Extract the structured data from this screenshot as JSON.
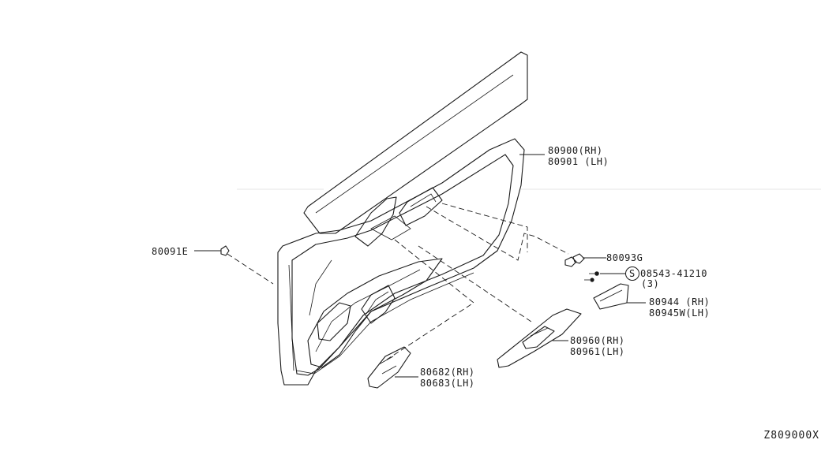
{
  "diagram_code": "Z809000X",
  "parts": [
    {
      "id": "door-trim",
      "label_lines": [
        "80900(RH)",
        "80901 (LH)"
      ]
    },
    {
      "id": "clip-80091e",
      "label_lines": [
        "80091E"
      ]
    },
    {
      "id": "clip-80093g",
      "label_lines": [
        "80093G"
      ]
    },
    {
      "id": "screw",
      "symbol": "S",
      "label_lines": [
        "08543-41210",
        "(3)"
      ]
    },
    {
      "id": "cover-80944",
      "label_lines": [
        "80944 (RH)",
        "80945W(LH)"
      ]
    },
    {
      "id": "finisher-80960",
      "label_lines": [
        "80960(RH)",
        "80961(LH)"
      ]
    },
    {
      "id": "handle-80682",
      "label_lines": [
        "80682(RH)",
        "80683(LH)"
      ]
    }
  ]
}
